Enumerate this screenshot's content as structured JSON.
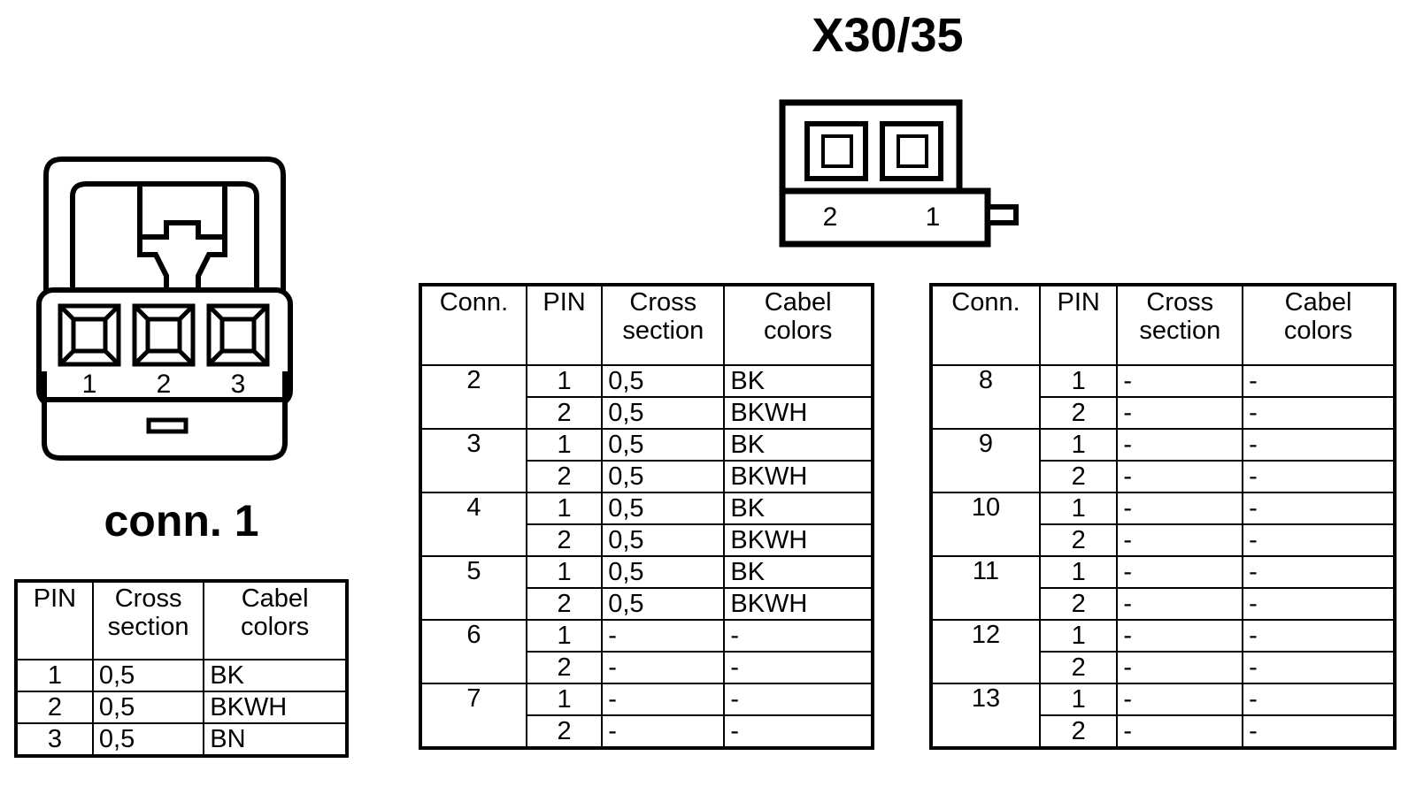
{
  "title": "X30/35",
  "connector_left": {
    "label": "conn. 1",
    "pin_labels": [
      "1",
      "2",
      "3"
    ],
    "pin_count": 3,
    "icon": "connector-3pin-icon"
  },
  "connector_top": {
    "name": "X30/35",
    "pin_labels": [
      "2",
      "1"
    ],
    "pin_count": 2,
    "icon": "connector-2pin-icon"
  },
  "tables": {
    "conn1": {
      "headers": [
        "PIN",
        "Cross section",
        "Cabel colors"
      ],
      "header_lines": [
        [
          "PIN",
          ""
        ],
        [
          "Cross",
          "section"
        ],
        [
          "Cabel",
          "colors"
        ]
      ],
      "rows": [
        {
          "pin": "1",
          "cross_section": "0,5",
          "cabel_colors": "BK"
        },
        {
          "pin": "2",
          "cross_section": "0,5",
          "cabel_colors": "BKWH"
        },
        {
          "pin": "3",
          "cross_section": "0,5",
          "cabel_colors": "BN"
        }
      ]
    },
    "middle": {
      "headers": [
        "Conn.",
        "PIN",
        "Cross section",
        "Cabel colors"
      ],
      "header_lines": [
        [
          "Conn.",
          ""
        ],
        [
          "PIN",
          ""
        ],
        [
          "Cross",
          "section"
        ],
        [
          "Cabel",
          "colors"
        ]
      ],
      "groups": [
        {
          "conn": "2",
          "rows": [
            {
              "pin": "1",
              "cross_section": "0,5",
              "cabel_colors": "BK"
            },
            {
              "pin": "2",
              "cross_section": "0,5",
              "cabel_colors": "BKWH"
            }
          ]
        },
        {
          "conn": "3",
          "rows": [
            {
              "pin": "1",
              "cross_section": "0,5",
              "cabel_colors": "BK"
            },
            {
              "pin": "2",
              "cross_section": "0,5",
              "cabel_colors": "BKWH"
            }
          ]
        },
        {
          "conn": "4",
          "rows": [
            {
              "pin": "1",
              "cross_section": "0,5",
              "cabel_colors": "BK"
            },
            {
              "pin": "2",
              "cross_section": "0,5",
              "cabel_colors": "BKWH"
            }
          ]
        },
        {
          "conn": "5",
          "rows": [
            {
              "pin": "1",
              "cross_section": "0,5",
              "cabel_colors": "BK"
            },
            {
              "pin": "2",
              "cross_section": "0,5",
              "cabel_colors": "BKWH"
            }
          ]
        },
        {
          "conn": "6",
          "rows": [
            {
              "pin": "1",
              "cross_section": "-",
              "cabel_colors": "-"
            },
            {
              "pin": "2",
              "cross_section": "-",
              "cabel_colors": "-"
            }
          ]
        },
        {
          "conn": "7",
          "rows": [
            {
              "pin": "1",
              "cross_section": "-",
              "cabel_colors": "-"
            },
            {
              "pin": "2",
              "cross_section": "-",
              "cabel_colors": "-"
            }
          ]
        }
      ]
    },
    "right": {
      "headers": [
        "Conn.",
        "PIN",
        "Cross section",
        "Cabel colors"
      ],
      "header_lines": [
        [
          "Conn.",
          ""
        ],
        [
          "PIN",
          ""
        ],
        [
          "Cross",
          "section"
        ],
        [
          "Cabel",
          "colors"
        ]
      ],
      "groups": [
        {
          "conn": "8",
          "rows": [
            {
              "pin": "1",
              "cross_section": "-",
              "cabel_colors": "-"
            },
            {
              "pin": "2",
              "cross_section": "-",
              "cabel_colors": "-"
            }
          ]
        },
        {
          "conn": "9",
          "rows": [
            {
              "pin": "1",
              "cross_section": "-",
              "cabel_colors": "-"
            },
            {
              "pin": "2",
              "cross_section": "-",
              "cabel_colors": "-"
            }
          ]
        },
        {
          "conn": "10",
          "rows": [
            {
              "pin": "1",
              "cross_section": "-",
              "cabel_colors": "-"
            },
            {
              "pin": "2",
              "cross_section": "-",
              "cabel_colors": "-"
            }
          ]
        },
        {
          "conn": "11",
          "rows": [
            {
              "pin": "1",
              "cross_section": "-",
              "cabel_colors": "-"
            },
            {
              "pin": "2",
              "cross_section": "-",
              "cabel_colors": "-"
            }
          ]
        },
        {
          "conn": "12",
          "rows": [
            {
              "pin": "1",
              "cross_section": "-",
              "cabel_colors": "-"
            },
            {
              "pin": "2",
              "cross_section": "-",
              "cabel_colors": "-"
            }
          ]
        },
        {
          "conn": "13",
          "rows": [
            {
              "pin": "1",
              "cross_section": "-",
              "cabel_colors": "-"
            },
            {
              "pin": "2",
              "cross_section": "-",
              "cabel_colors": "-"
            }
          ]
        }
      ]
    }
  },
  "colors": {
    "stroke": "#000000",
    "background": "#ffffff"
  }
}
